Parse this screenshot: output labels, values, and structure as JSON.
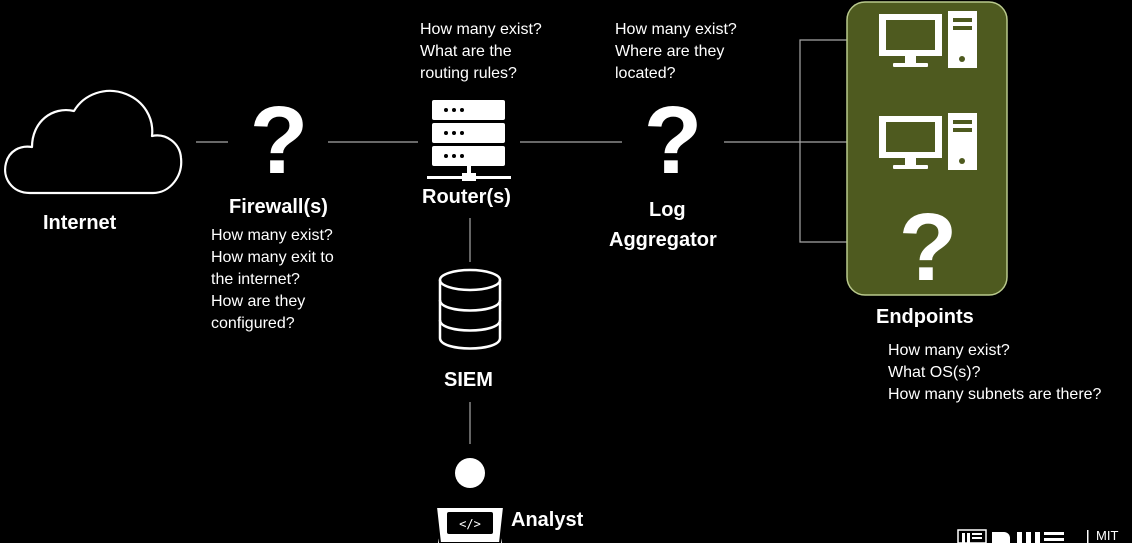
{
  "colors": {
    "background": "#000000",
    "foreground": "#ffffff",
    "endpoint_group_fill": "#4e5a1f",
    "endpoint_group_border": "#b9c98c",
    "connector": "#a6a6a6"
  },
  "nodes": {
    "internet": {
      "label": "Internet",
      "icon": "cloud-icon"
    },
    "firewall": {
      "label": "Firewall(s)",
      "icon": "question-mark-icon",
      "questions": [
        "How many exist?",
        "How many exit to",
        "the internet?",
        "How are they",
        "configured?"
      ]
    },
    "router": {
      "label": "Router(s)",
      "icon": "server-rack-icon",
      "questions": [
        "How many exist?",
        "What are the",
        "routing rules?"
      ]
    },
    "log_aggregator": {
      "label_line1": "Log",
      "label_line2": "Aggregator",
      "icon": "question-mark-icon",
      "questions": [
        "How many exist?",
        "Where are they",
        "located?"
      ]
    },
    "endpoints": {
      "label": "Endpoints",
      "icons": [
        "desktop-computer-icon",
        "desktop-computer-icon",
        "question-mark-icon"
      ],
      "questions": [
        "How many exist?",
        "What OS(s)?",
        "How many subnets are there?"
      ]
    },
    "siem": {
      "label": "SIEM",
      "icon": "database-icon"
    },
    "analyst": {
      "label": "Analyst",
      "icon": "user-laptop-icon"
    }
  },
  "footer": {
    "logo_text": "MIT"
  }
}
